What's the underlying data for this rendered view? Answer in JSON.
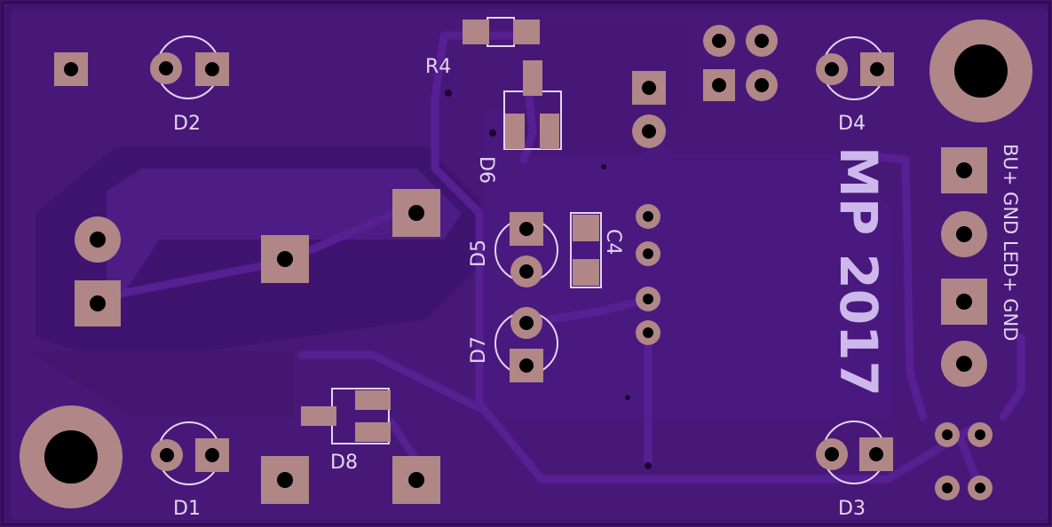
{
  "board": {
    "colors": {
      "substrate": "#41136f",
      "copper_pour": "#4a1a7e",
      "trace": "#531e8d",
      "pad": "#b08686",
      "silkscreen": "#e2d6ee",
      "drill": "#000000"
    },
    "silkscreen": {
      "title": "MP 2017",
      "connector_label": "BU+ GND LED+ GND",
      "labels": {
        "r4": "R4",
        "d1": "D1",
        "d2": "D2",
        "d3": "D3",
        "d4": "D4",
        "d5": "D5",
        "d6": "D6",
        "d7": "D7",
        "d8": "D8",
        "c4": "C4"
      }
    },
    "icons": [
      "led-outline-icon",
      "mounting-hole-icon",
      "through-hole-pad-icon",
      "smd-pad-icon"
    ]
  }
}
